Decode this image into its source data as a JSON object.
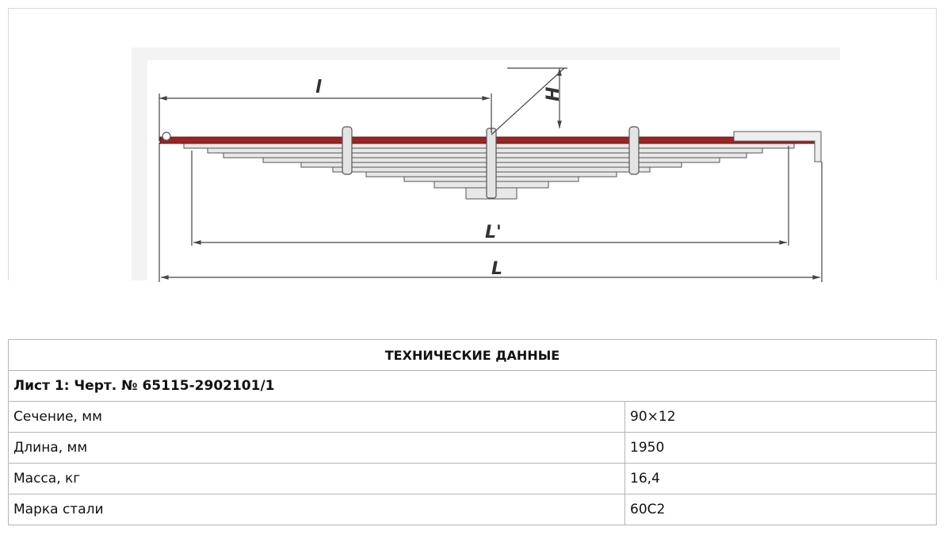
{
  "drawing": {
    "dimensions": {
      "half_length": "l",
      "height": "H",
      "eye_to_eye_length": "L'",
      "full_length": "L"
    }
  },
  "specs": {
    "title": "ТЕХНИЧЕСКИЕ ДАННЫЕ",
    "sheet": "Лист 1: Черт. № 65115-2902101/1",
    "rows": [
      {
        "label": "Сечение, мм",
        "value": "90×12"
      },
      {
        "label": "Длина, мм",
        "value": "1950"
      },
      {
        "label": "Масса, кг",
        "value": "16,4"
      },
      {
        "label": "Марка стали",
        "value": "60С2"
      }
    ]
  },
  "colors": {
    "main_leaf": "#9b2525",
    "leaf": "#e6e6e6",
    "outline": "#555555"
  }
}
